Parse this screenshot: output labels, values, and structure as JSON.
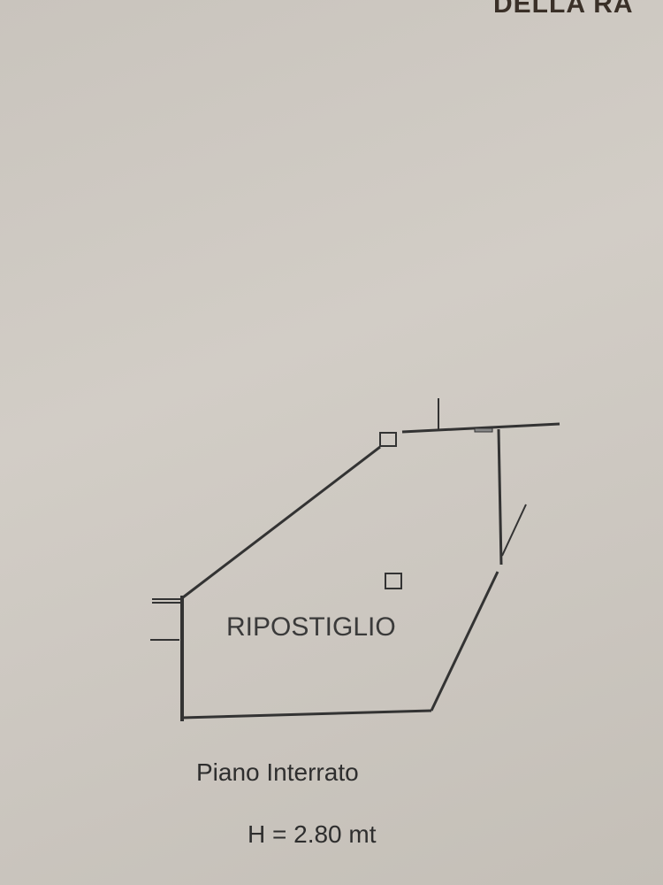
{
  "header": {
    "text": "DELLA RA"
  },
  "plan": {
    "room_label": "RIPOSTIGLIO",
    "floor_label": "Piano Interrato",
    "height_label": "H = 2.80 mt"
  }
}
